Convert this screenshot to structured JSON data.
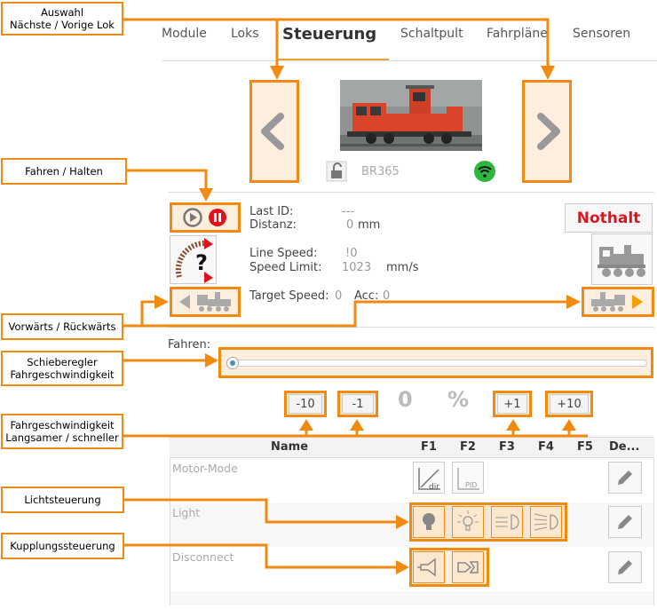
{
  "nav": {
    "tabs": [
      "Module",
      "Loks",
      "Steuerung",
      "Schaltpult",
      "Fahrpläne",
      "Sensoren"
    ],
    "active": "Steuerung"
  },
  "loco": {
    "name": "BR365",
    "prev_label": "<",
    "next_label": ">"
  },
  "status": {
    "last_id_label": "Last ID:",
    "last_id_value": "---",
    "distance_label": "Distanz:",
    "distance_value": "0",
    "distance_unit": "mm",
    "line_speed_label": "Line Speed:",
    "line_speed_value": "!0",
    "speed_limit_label": "Speed Limit:",
    "speed_limit_value": "1023",
    "speed_limit_unit": "mm/s",
    "target_speed_label": "Target Speed:",
    "target_speed_value": "0",
    "acc_label": "Acc:",
    "acc_value": "0"
  },
  "nothalt_label": "Nothalt",
  "drive": {
    "label": "Fahren:",
    "slider_value": 0,
    "btn_minus10": "-10",
    "btn_minus1": "-1",
    "speed_value": "0",
    "speed_unit": "%",
    "btn_plus1": "+1",
    "btn_plus10": "+10"
  },
  "table": {
    "headers": [
      "Name",
      "F1",
      "F2",
      "F3",
      "F4",
      "F5",
      "De..."
    ],
    "rows": [
      {
        "name": "Motor-Mode",
        "icons": [
          "dir-icon",
          "pid-icon"
        ]
      },
      {
        "name": "Light",
        "icons": [
          "bulb-icon",
          "bulb-on-icon",
          "headlight-icon",
          "headlight-bright-icon"
        ]
      },
      {
        "name": "Disconnect",
        "icons": [
          "uncouple-icon",
          "couple-icon"
        ]
      }
    ],
    "icon_labels": {
      "dir": "dir",
      "pid": "PID"
    }
  },
  "annotations": {
    "auswahl": "Auswahl\nNächste / Vorige Lok",
    "fahren_halten": "Fahren / Halten",
    "vor_rueck": "Vorwärts / Rückwärts",
    "schieberegler": "Schieberegler\nFahrgeschwindigkeit",
    "langsamer": "Fahrgeschwindigkeit\nLangsamer / schneller",
    "licht": "Lichtsteuerung",
    "kupplung": "Kupplungssteuerung"
  },
  "colors": {
    "accent": "#f28a0f",
    "nothalt": "#e0121e",
    "wifi": "#2db83d",
    "play_arrow": "#f5a000"
  }
}
